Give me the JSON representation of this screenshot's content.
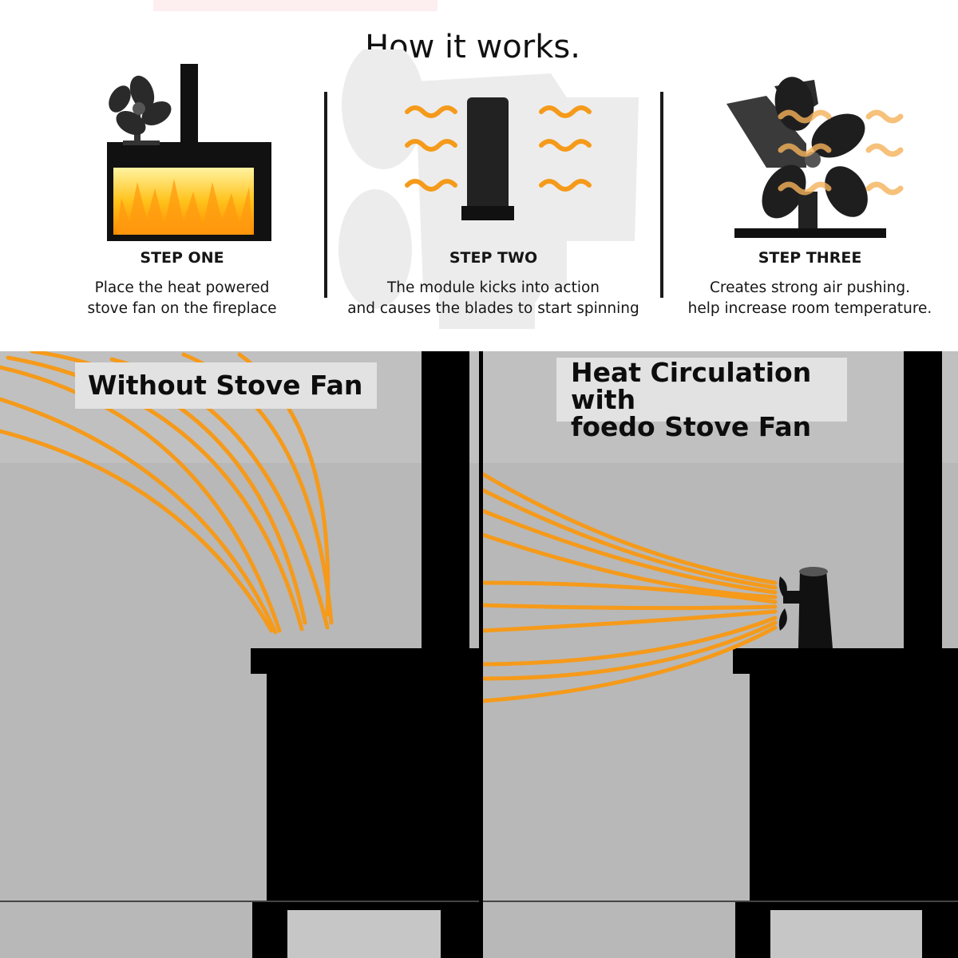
{
  "header": {
    "title": "How it works."
  },
  "steps": [
    {
      "label": "STEP ONE",
      "line1": "Place the heat powered",
      "line2": "stove fan on the fireplace",
      "icon": "fireplace-with-fan-icon"
    },
    {
      "label": "STEP TWO",
      "line1": "The module kicks into action",
      "line2": "and causes the blades to start spinning",
      "icon": "fan-module-heat-icon"
    },
    {
      "label": "STEP THREE",
      "line1": "Creates strong air pushing.",
      "line2": "help increase room temperature.",
      "icon": "spinning-fan-airflow-icon"
    }
  ],
  "panels": {
    "without": {
      "caption": "Without Stove Fan"
    },
    "with": {
      "caption_line1": "Heat Circulation with",
      "caption_line2": "foedo Stove Fan"
    }
  },
  "colors": {
    "heat_orange": "#f59a1a",
    "stove_black": "#000000",
    "wall_grey": "#b8b8b8"
  }
}
